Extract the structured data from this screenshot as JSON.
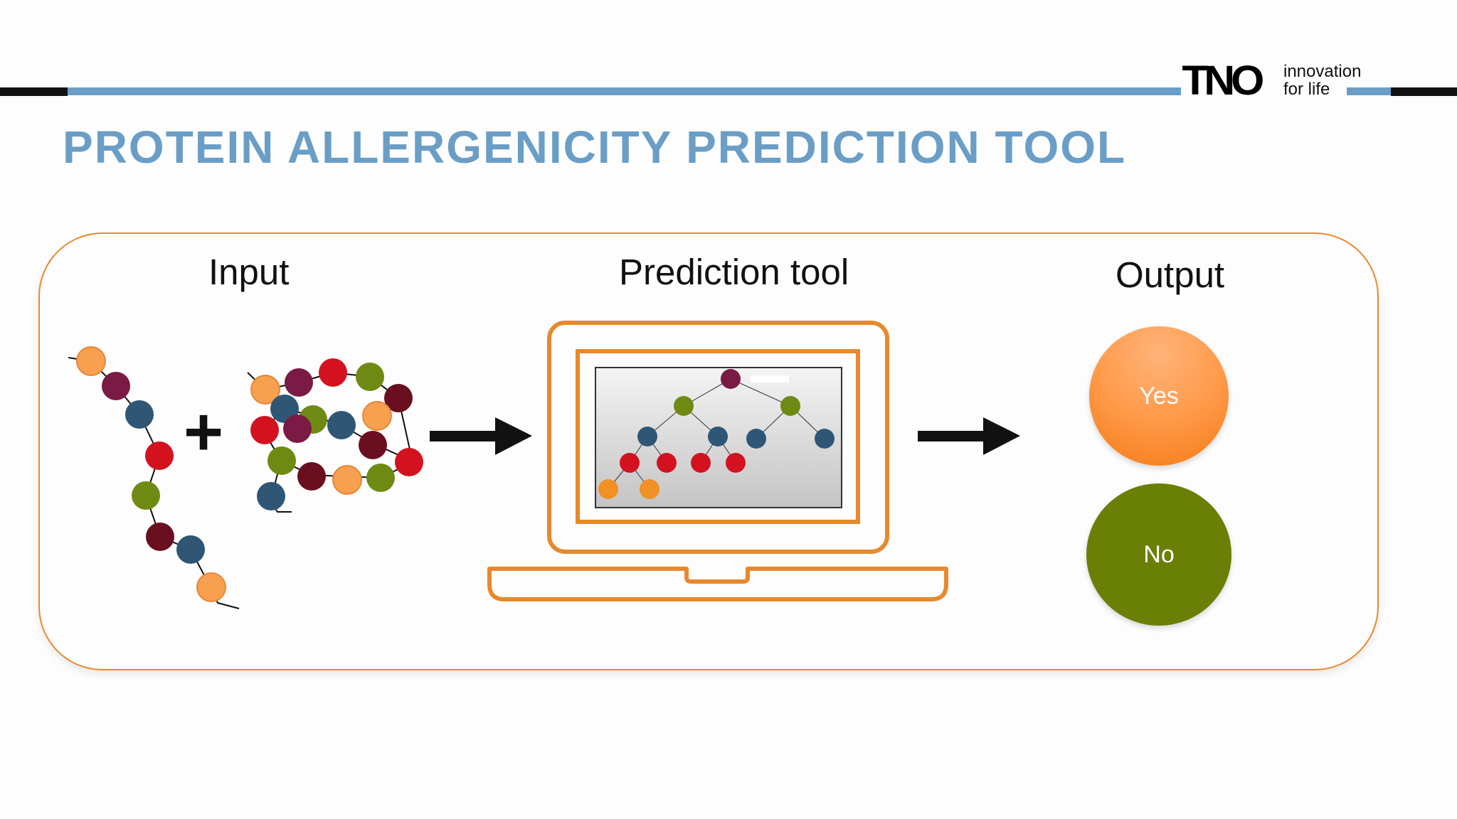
{
  "header": {
    "logo": "TNO",
    "tagline_line1": "innovation",
    "tagline_line2": "for life"
  },
  "title": "PROTEIN ALLERGENICITY PREDICTION TOOL",
  "sections": {
    "input_label": "Input",
    "tool_label": "Prediction tool",
    "output_label": "Output"
  },
  "outputs": {
    "yes": "Yes",
    "no": "No"
  },
  "plus_sign": "+",
  "colors": {
    "accent_blue": "#6a9ec6",
    "frame_orange": "#e8892c",
    "yes_orange": "#ff9a4a",
    "no_green": "#6a7f05"
  }
}
